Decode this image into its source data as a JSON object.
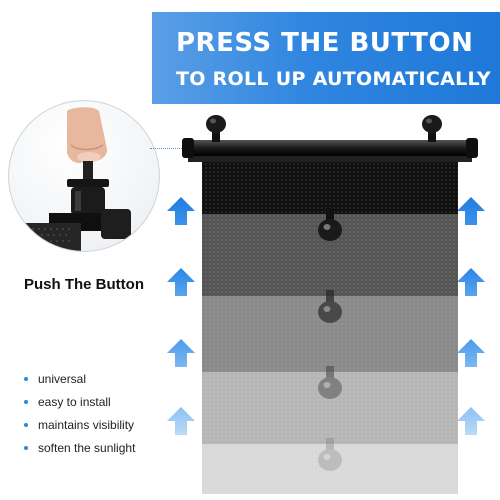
{
  "banner": {
    "line1": "PRESS THE BUTTON",
    "line2": "TO ROLL UP AUTOMATICALLY",
    "color_left": "#5a9ee6",
    "color_right": "#1f78d8"
  },
  "zoom": {
    "label": "Push The Button",
    "icon": "finger-press-icon"
  },
  "features": [
    {
      "label": "universal"
    },
    {
      "label": "easy to install"
    },
    {
      "label": "maintains visibility"
    },
    {
      "label": "soften the sunlight"
    }
  ],
  "colors": {
    "accent": "#2f86e0",
    "arrow_strong": "#1f7be0",
    "arrow_light": "#a9cdf3"
  },
  "icons": {
    "arrow": "arrow-up-icon",
    "suction": "suction-cup-icon"
  }
}
